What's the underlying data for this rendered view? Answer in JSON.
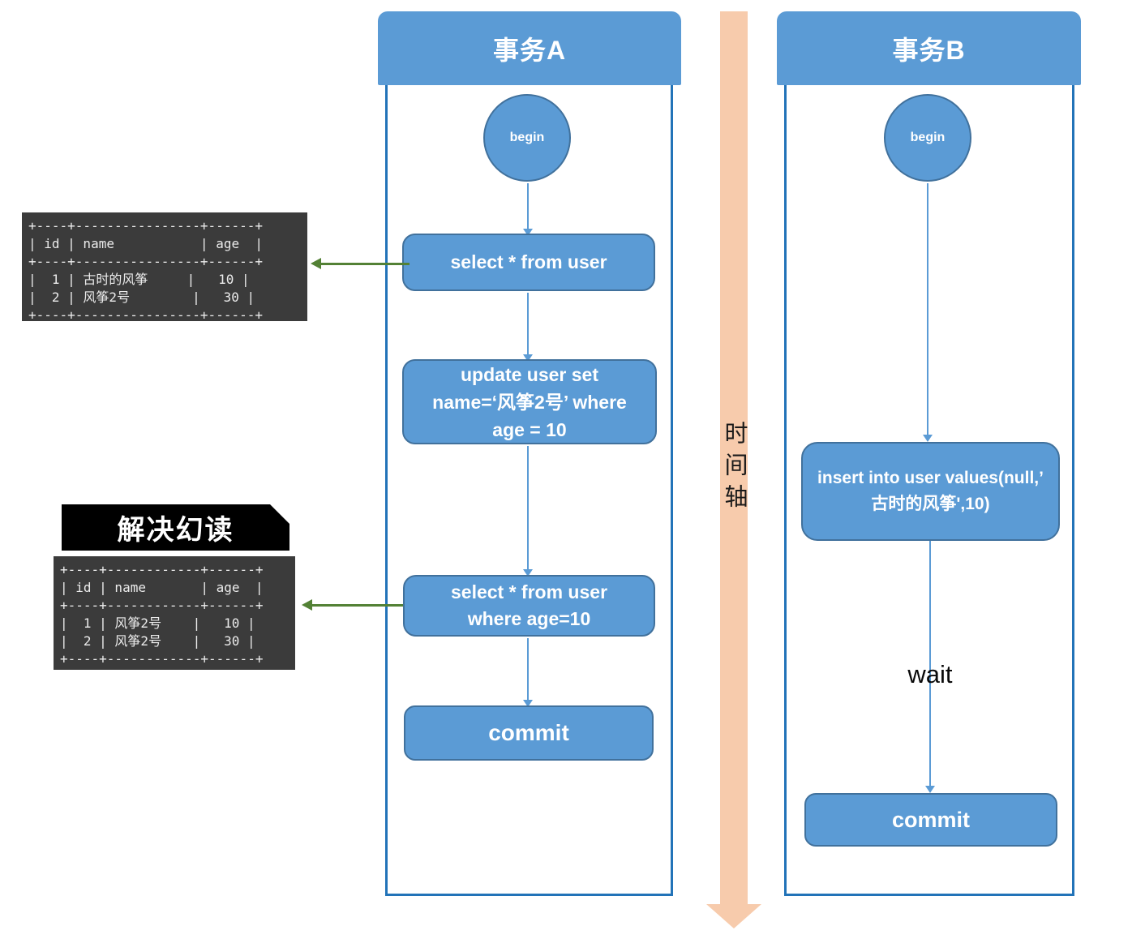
{
  "transaction_a": {
    "title": "事务A",
    "begin_label": "begin",
    "steps": [
      {
        "lines": [
          "select * from user"
        ]
      },
      {
        "lines": [
          "update user set",
          "name=‘风筝2号’ where",
          "age = 10"
        ]
      },
      {
        "lines": [
          "select * from user",
          "where age=10"
        ]
      },
      {
        "lines": [
          "commit"
        ]
      }
    ]
  },
  "transaction_b": {
    "title": "事务B",
    "begin_label": "begin",
    "steps": [
      {
        "lines": [
          "insert into user values(null,’",
          "古时的风筝',10)"
        ]
      },
      {
        "lines": [
          "commit"
        ]
      }
    ],
    "wait_label": "wait"
  },
  "timeline": {
    "label": "时间轴"
  },
  "phantom_label": "解决幻读",
  "result_table_1": {
    "lines": [
      "+----+----------------+------+",
      "| id | name           | age  |",
      "+----+----------------+------+",
      "|  1 | 古时的风筝     |   10 |",
      "|  2 | 风筝2号        |   30 |",
      "+----+----------------+------+"
    ]
  },
  "result_table_2": {
    "lines": [
      "+----+------------+------+",
      "| id | name       | age  |",
      "+----+------------+------+",
      "|  1 | 风筝2号    |   10 |",
      "|  2 | 风筝2号    |   30 |",
      "+----+------------+------+"
    ]
  },
  "colors": {
    "node_fill": "#5B9BD5",
    "node_border": "#41719C",
    "column_border": "#2273B8",
    "timeline_fill": "#F7CBAC",
    "green_arrow": "#538135",
    "terminal_bg": "#3B3B3B",
    "label_bg": "#000000"
  }
}
